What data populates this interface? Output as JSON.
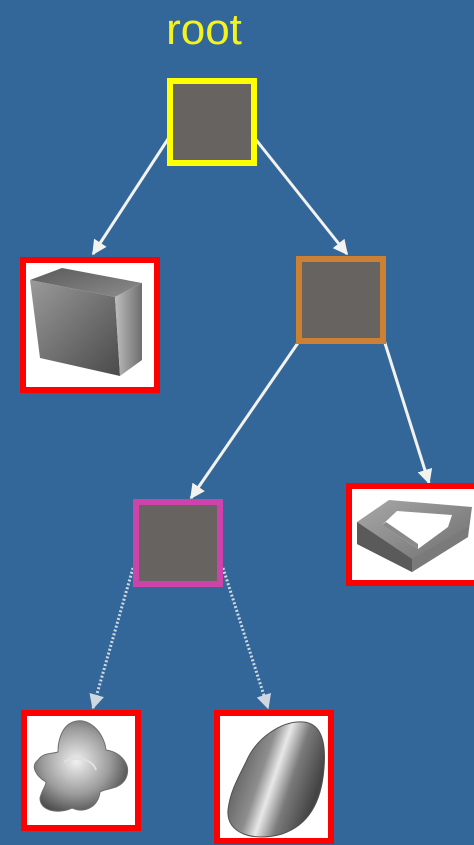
{
  "title": "root",
  "colors": {
    "background": "#336699",
    "title": "#f4f41c",
    "internal_fill": "#676361",
    "root_border": "#ffff00",
    "level1_border": "#cc8033",
    "level2_border": "#cc44aa",
    "leaf_border": "#ff0000",
    "leaf_fill": "#ffffff",
    "edge_solid": "#f2f2ee",
    "edge_dotted": "#cfd8e0"
  },
  "nodes": [
    {
      "id": "root",
      "kind": "internal",
      "border": "root_border"
    },
    {
      "id": "internal-level1",
      "kind": "internal",
      "border": "level1_border"
    },
    {
      "id": "internal-level2",
      "kind": "internal",
      "border": "level2_border"
    },
    {
      "id": "leaf-cube",
      "kind": "leaf",
      "shape": "cube-icon"
    },
    {
      "id": "leaf-frame",
      "kind": "leaf",
      "shape": "rectangular-frame-icon"
    },
    {
      "id": "leaf-blob",
      "kind": "leaf",
      "shape": "blob-shape-icon"
    },
    {
      "id": "leaf-rounded",
      "kind": "leaf",
      "shape": "rounded-solid-icon"
    }
  ],
  "edges": [
    {
      "from": "root",
      "to": "leaf-cube",
      "style": "solid"
    },
    {
      "from": "root",
      "to": "internal-level1",
      "style": "solid"
    },
    {
      "from": "internal-level1",
      "to": "internal-level2",
      "style": "solid"
    },
    {
      "from": "internal-level1",
      "to": "leaf-frame",
      "style": "solid"
    },
    {
      "from": "internal-level2",
      "to": "leaf-blob",
      "style": "dotted"
    },
    {
      "from": "internal-level2",
      "to": "leaf-rounded",
      "style": "dotted"
    }
  ]
}
